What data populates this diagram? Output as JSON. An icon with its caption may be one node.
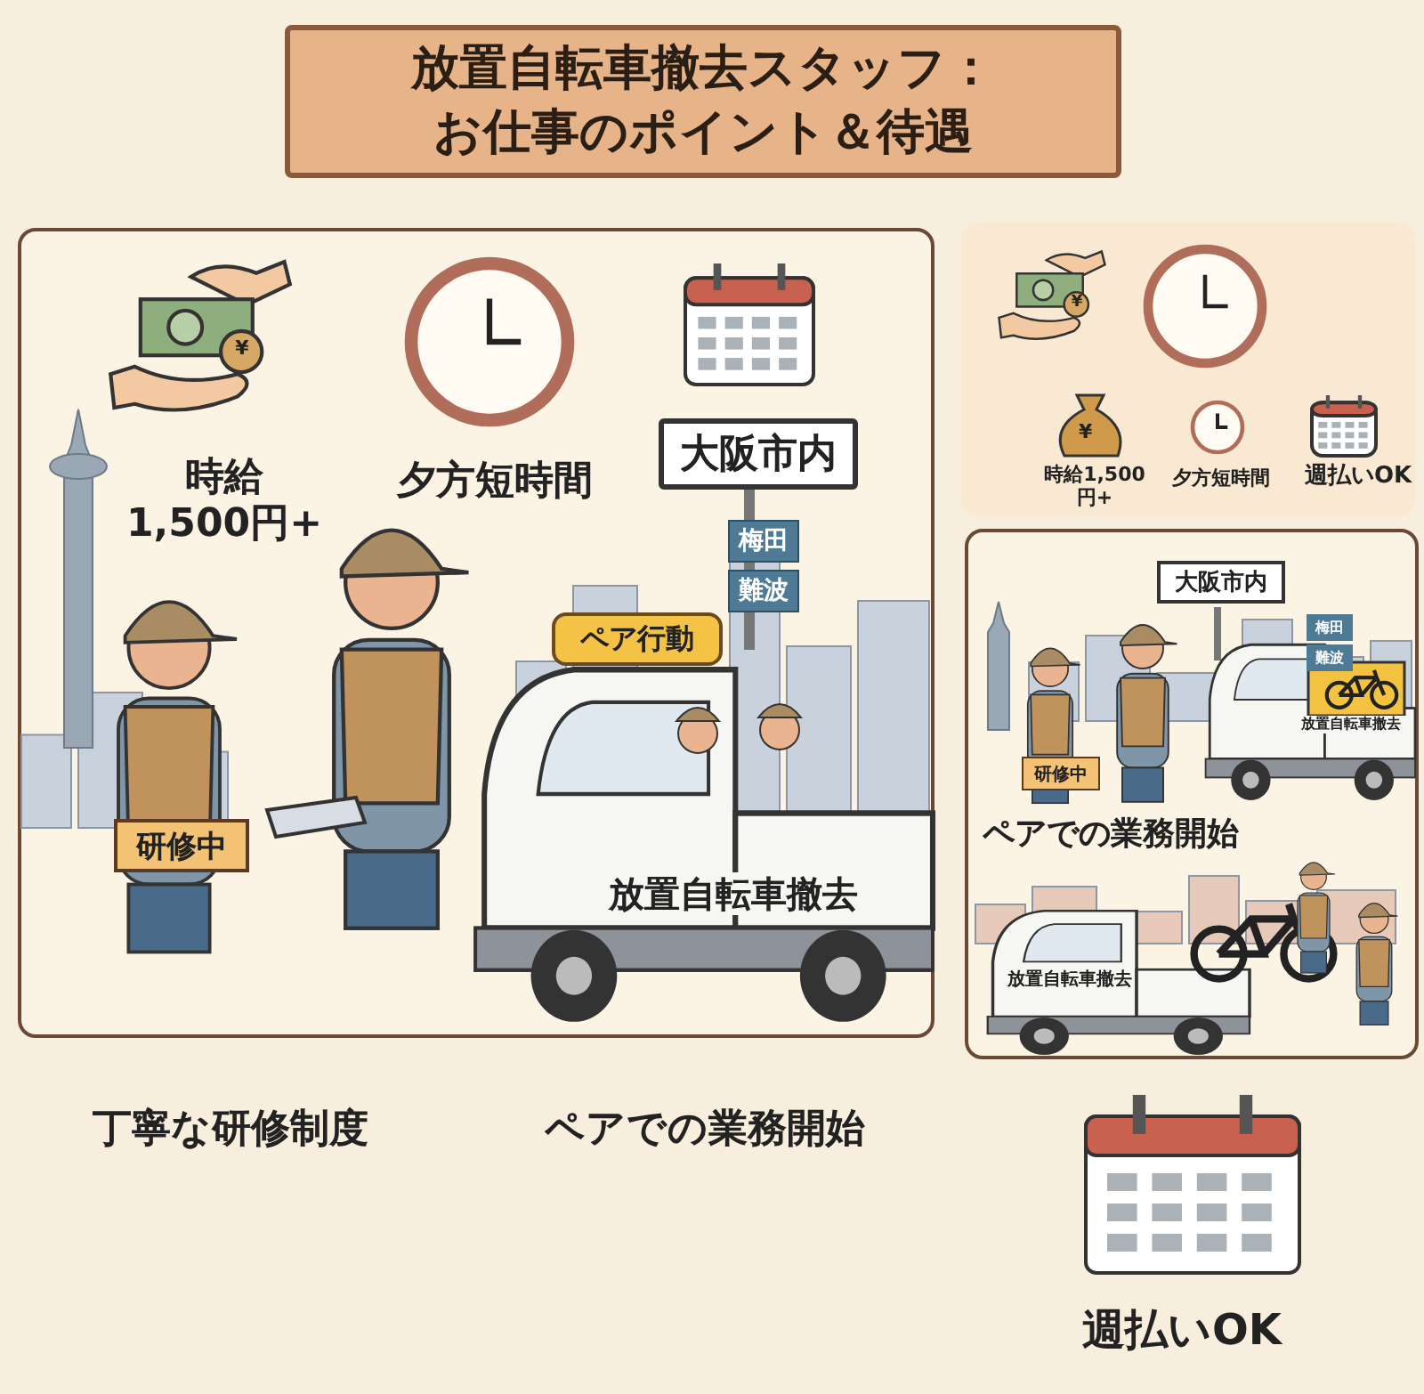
{
  "diagram": {
    "title": "放置自転車撤去スタッフ：お仕事のポイント＆待遇",
    "nodes": [
      {
        "text": [],
        "shape": "box"
      },
      {
        "text": [],
        "shape": "box"
      },
      {
        "text": [],
        "shape": "box"
      },
      {
        "text": [
          "大阪市内"
        ],
        "in": 0
      },
      {
        "text": [
          "梅田"
        ],
        "in": 0
      },
      {
        "text": [
          "難波"
        ],
        "in": 0
      },
      {
        "text": [
          "ペア行動"
        ],
        "in": 0
      },
      {
        "text": [
          "研修中"
        ],
        "in": 0
      },
      {
        "text": [
          "大阪市内"
        ],
        "in": 2
      },
      {
        "text": [
          "梅田"
        ],
        "in": 2
      },
      {
        "text": [
          "難波"
        ],
        "in": 2
      },
      {
        "text": [
          "研修中"
        ],
        "in": 2
      }
    ],
    "edges": [],
    "labels": [
      "¥",
      "時給1,500円+",
      "夕方短時間",
      "放置自転車撤去",
      "¥",
      "¥",
      "時給1,500円+",
      "夕方短時間",
      "週払いOK",
      "放置自転車撤去",
      "ペアでの業務開始",
      "放置自転車撤去",
      "丁寧な研修制度",
      "ペアでの業務開始",
      "週払いOK"
    ]
  }
}
